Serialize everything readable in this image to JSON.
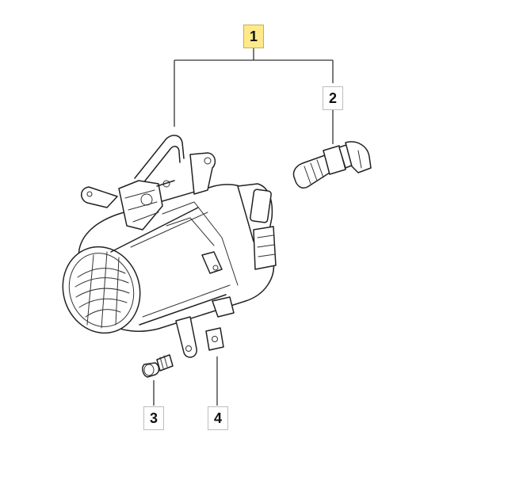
{
  "callouts": [
    {
      "id": "1",
      "label": "1",
      "selected": true
    },
    {
      "id": "2",
      "label": "2",
      "selected": false
    },
    {
      "id": "3",
      "label": "3",
      "selected": false
    },
    {
      "id": "4",
      "label": "4",
      "selected": false
    }
  ],
  "colors": {
    "selected_fill": "#ffe98a",
    "line": "#222222",
    "background": "#ffffff"
  },
  "icons": [
    "fog-lamp-assembly-icon",
    "halogen-bulb-icon",
    "bolt-icon",
    "clip-nut-icon"
  ]
}
